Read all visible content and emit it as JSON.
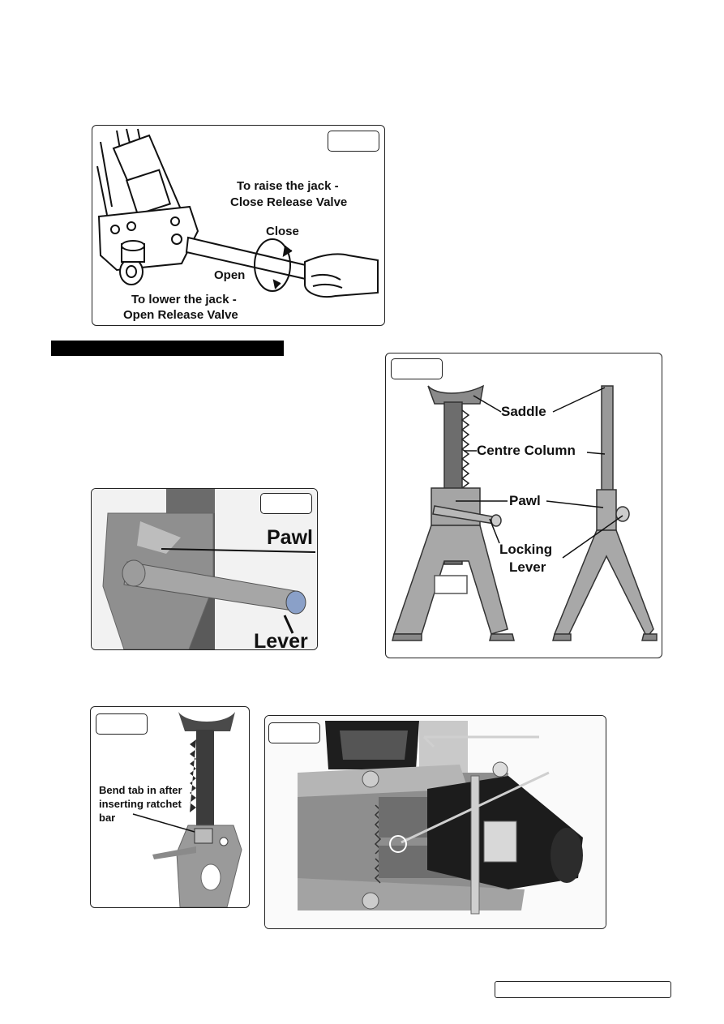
{
  "fig_jack": {
    "raise_line1": "To raise the jack -",
    "raise_line2": "Close Release Valve",
    "close": "Close",
    "open": "Open",
    "lower_line1": "To lower the jack -",
    "lower_line2": "Open Release Valve"
  },
  "fig_stand": {
    "saddle": "Saddle",
    "centre_column": "Centre Column",
    "pawl": "Pawl",
    "locking": "Locking",
    "lever": "Lever"
  },
  "fig_pawl_closeup": {
    "pawl": "Pawl",
    "lever": "Lever"
  },
  "fig_tab": {
    "line1": "Bend tab in after",
    "line2": "inserting ratchet",
    "line3": "bar"
  },
  "colors": {
    "ink": "#111111",
    "stand_grey": "#9a9a9a",
    "photo_dark": "#2a2a2a"
  }
}
